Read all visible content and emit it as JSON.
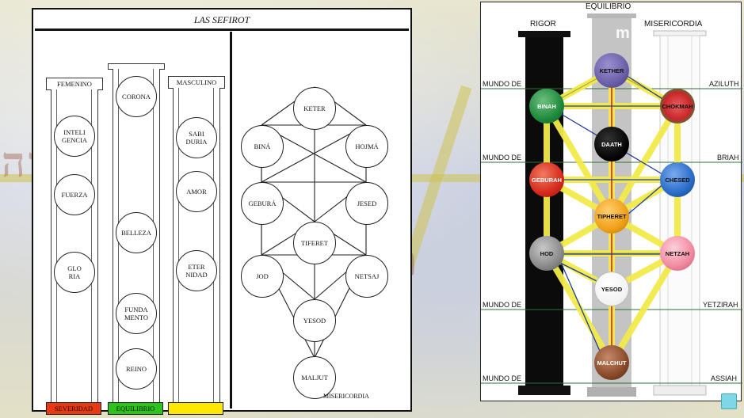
{
  "left": {
    "title": "LAS SEFIROT",
    "columns": [
      {
        "head": "FEMENINO",
        "base": "SEVERIDAD",
        "base_color": "#e83a12",
        "sefirot": [
          "INTELI\nGENCIA",
          "FUERZA",
          "GLO\nRIA"
        ]
      },
      {
        "head": "",
        "base": "EQUILIBRIO",
        "base_color": "#2ec21c",
        "sefirot": [
          "CORONA",
          "BELLEZA",
          "FUNDA\nMENTO",
          "REINO"
        ]
      },
      {
        "head": "MASCULINO",
        "base": "",
        "base_color": "#ffe800",
        "sefirot": [
          "SABI\nDURIA",
          "AMOR",
          "ETER\nNIDAD"
        ]
      }
    ],
    "tree": {
      "nodes": [
        "KETER",
        "BINÁ",
        "HOJMÁ",
        "GEBURÁ",
        "JESED",
        "TIFERET",
        "JOD",
        "NETSAJ",
        "YESOD",
        "MALJUT"
      ],
      "caption": "MISERICORDIA"
    }
  },
  "right": {
    "pillars": [
      "RIGOR",
      "EQUILIBRIO",
      "MISERICORDIA"
    ],
    "worlds": [
      {
        "left": "MUNDO DE",
        "right": "AZILUTH"
      },
      {
        "left": "MUNDO DE",
        "right": "BRIAH"
      },
      {
        "left": "MUNDO DE",
        "right": "YETZIRAH"
      },
      {
        "left": "MUNDO DE",
        "right": "ASSIAH"
      }
    ],
    "spheres": [
      {
        "label": "KETHER",
        "color": "#6b5fa8"
      },
      {
        "label": "BINAH",
        "color": "#1e8a3c"
      },
      {
        "label": "CHOKMAH",
        "color": "#c9262b"
      },
      {
        "label": "DAATH",
        "color": "#0a0a0a"
      },
      {
        "label": "GEBURAH",
        "color": "#d62a1c"
      },
      {
        "label": "CHESED",
        "color": "#2a6cc8"
      },
      {
        "label": "TIPHERET",
        "color": "#f0a018"
      },
      {
        "label": "HOD",
        "color": "#8a8a8a"
      },
      {
        "label": "NETZAH",
        "color": "#f08aa0"
      },
      {
        "label": "YESOD",
        "color": "#ffffff"
      },
      {
        "label": "MALCHUT",
        "color": "#8a4a2a"
      }
    ],
    "watermark": "m"
  },
  "colors": {
    "path_yellow": "#f2ea4a",
    "world_line": "#2f6e37"
  }
}
